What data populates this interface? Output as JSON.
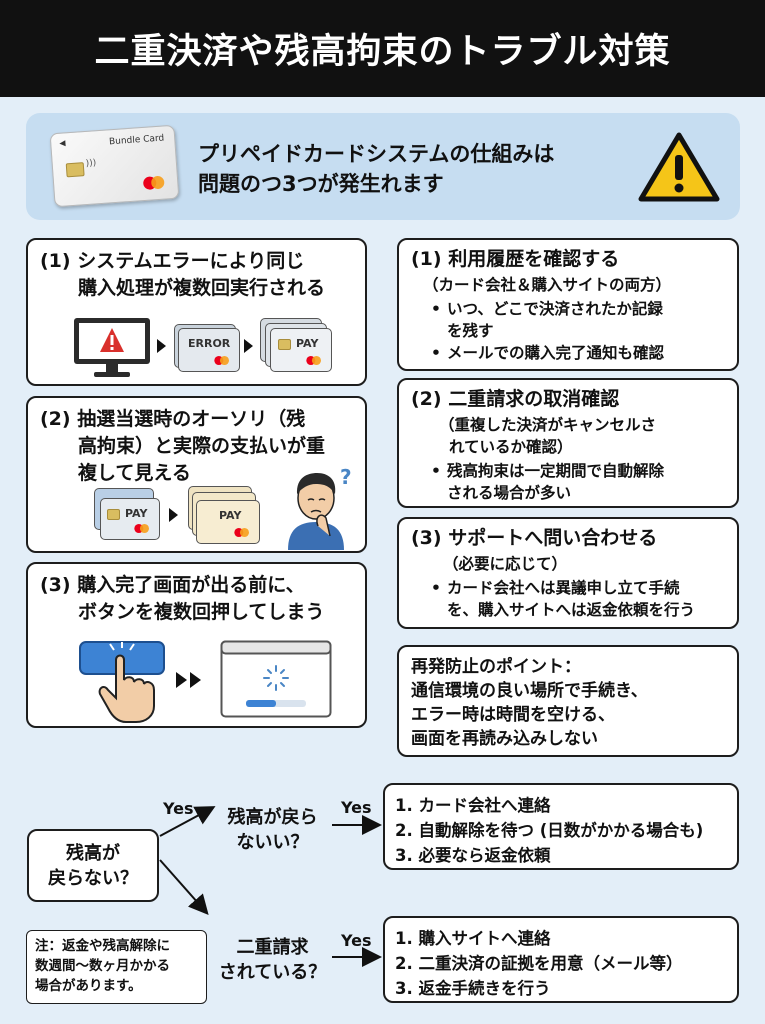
{
  "header": {
    "title": "二重決済や残高拘束のトラブル対策"
  },
  "intro": {
    "card_brand": "Bundle Card",
    "line1": "プリペイドカードシステムの仕組みは",
    "line2": "問題のつ3つが発生れます",
    "warning_icon": "warning-triangle-icon"
  },
  "causes": [
    {
      "title_line1": "(1) システムエラーにより同じ",
      "title_line2": "購入処理が複数回実行される",
      "error_label": "ERROR",
      "pay_label": "PAY"
    },
    {
      "title_line1": "(2) 抽選当選時のオーソリ（残",
      "title_line2": "高拘束）と実際の支払いが重",
      "title_line3": "複して見える",
      "pay_label": "PAY",
      "question_mark": "?"
    },
    {
      "title_line1": "(3) 購入完了画面が出る前に、",
      "title_line2": "ボタンを複数回押してしまう"
    }
  ],
  "actions": [
    {
      "title": "(1) 利用履歴を確認する",
      "sub": "（カード会社＆購入サイトの両方）",
      "bullets": [
        {
          "l1": "いつ、どこで決済されたか記録",
          "l2": "を残す"
        },
        {
          "l1": "メールでの購入完了通知も確認",
          "l2": ""
        }
      ]
    },
    {
      "title": "(2) 二重請求の取消確認",
      "sub_l1": "（重複した決済がキャンセルさ",
      "sub_l2": "れているか確認）",
      "bullets": [
        {
          "l1": "残高拘束は一定期間で自動解除",
          "l2": "される場合が多い"
        }
      ]
    },
    {
      "title": "(3) サポートへ問い合わせる",
      "sub": "（必要に応じて）",
      "bullets": [
        {
          "l1": "カード会社へは異議申し立て手続",
          "l2": "を、購入サイトへは返金依頼を行う"
        }
      ]
    }
  ],
  "prevention": {
    "l1": "再発防止のポイント：",
    "l2": "通信環境の良い場所で手続き、",
    "l3": "エラー時は時間を空ける、",
    "l4": "画面を再読み込みしない"
  },
  "flow": {
    "start_l1": "残高が",
    "start_l2": "戻らない？",
    "yes_upper": "Yes",
    "q1_l1": "残高が戻ら",
    "q1_l2": "ないい？",
    "yes_q1": "Yes",
    "q2_l1": "二重請求",
    "q2_l2": "されている？",
    "yes_q2": "Yes",
    "steps_a": [
      "1. カード会社へ連絡",
      "2. 自動解除を待つ (日数がかかる場合も)",
      "3. 必要なら返金依頼"
    ],
    "steps_b": [
      "1. 購入サイトへ連絡",
      "2. 二重決済の証拠を用意（メール等）",
      "3. 返金手続きを行う"
    ],
    "note_l1": "注：返金や残高解除に",
    "note_l2": "数週間〜数ヶ月かかる",
    "note_l3": "場合があります。"
  },
  "colors": {
    "background": "#e3eef8",
    "header": "#111111",
    "intro_panel": "#c6ddf1",
    "warning": "#f5c518"
  }
}
